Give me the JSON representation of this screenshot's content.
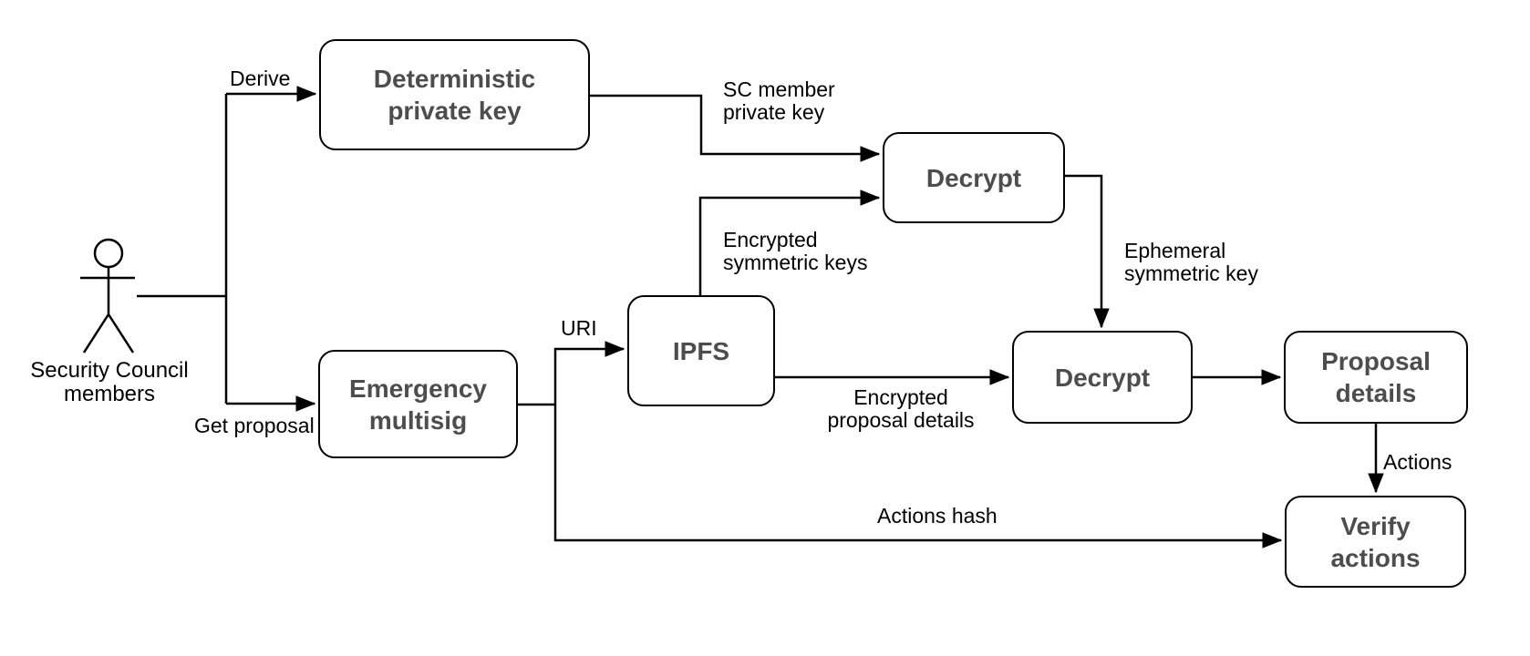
{
  "diagram_type": "flowchart",
  "actor": {
    "lines": [
      "Security Council",
      "members"
    ]
  },
  "nodes": {
    "deterministic": {
      "lines": [
        "Deterministic",
        "private key"
      ]
    },
    "decrypt1": {
      "lines": [
        "Decrypt"
      ]
    },
    "emergency": {
      "lines": [
        "Emergency",
        "multisig"
      ]
    },
    "ipfs": {
      "lines": [
        "IPFS"
      ]
    },
    "decrypt2": {
      "lines": [
        "Decrypt"
      ]
    },
    "proposal": {
      "lines": [
        "Proposal",
        "details"
      ]
    },
    "verify": {
      "lines": [
        "Verify",
        "actions"
      ]
    }
  },
  "edge_labels": {
    "derive": {
      "text": "Derive"
    },
    "get_proposal": {
      "text": "Get proposal"
    },
    "sc_member_key": {
      "lines": [
        "SC member",
        "private key"
      ]
    },
    "encrypted_sym_keys": {
      "lines": [
        "Encrypted",
        "symmetric keys"
      ]
    },
    "uri": {
      "text": "URI"
    },
    "ephemeral_key": {
      "lines": [
        "Ephemeral",
        "symmetric key"
      ]
    },
    "encrypted_proposal": {
      "lines": [
        "Encrypted",
        "proposal details"
      ]
    },
    "actions": {
      "text": "Actions"
    },
    "actions_hash": {
      "text": "Actions hash"
    }
  },
  "colors": {
    "stroke": "#000000",
    "node_text": "#4D4D4D",
    "label_text": "#000000",
    "node_fill": "#FFFFFF",
    "background": "#FFFFFF"
  }
}
